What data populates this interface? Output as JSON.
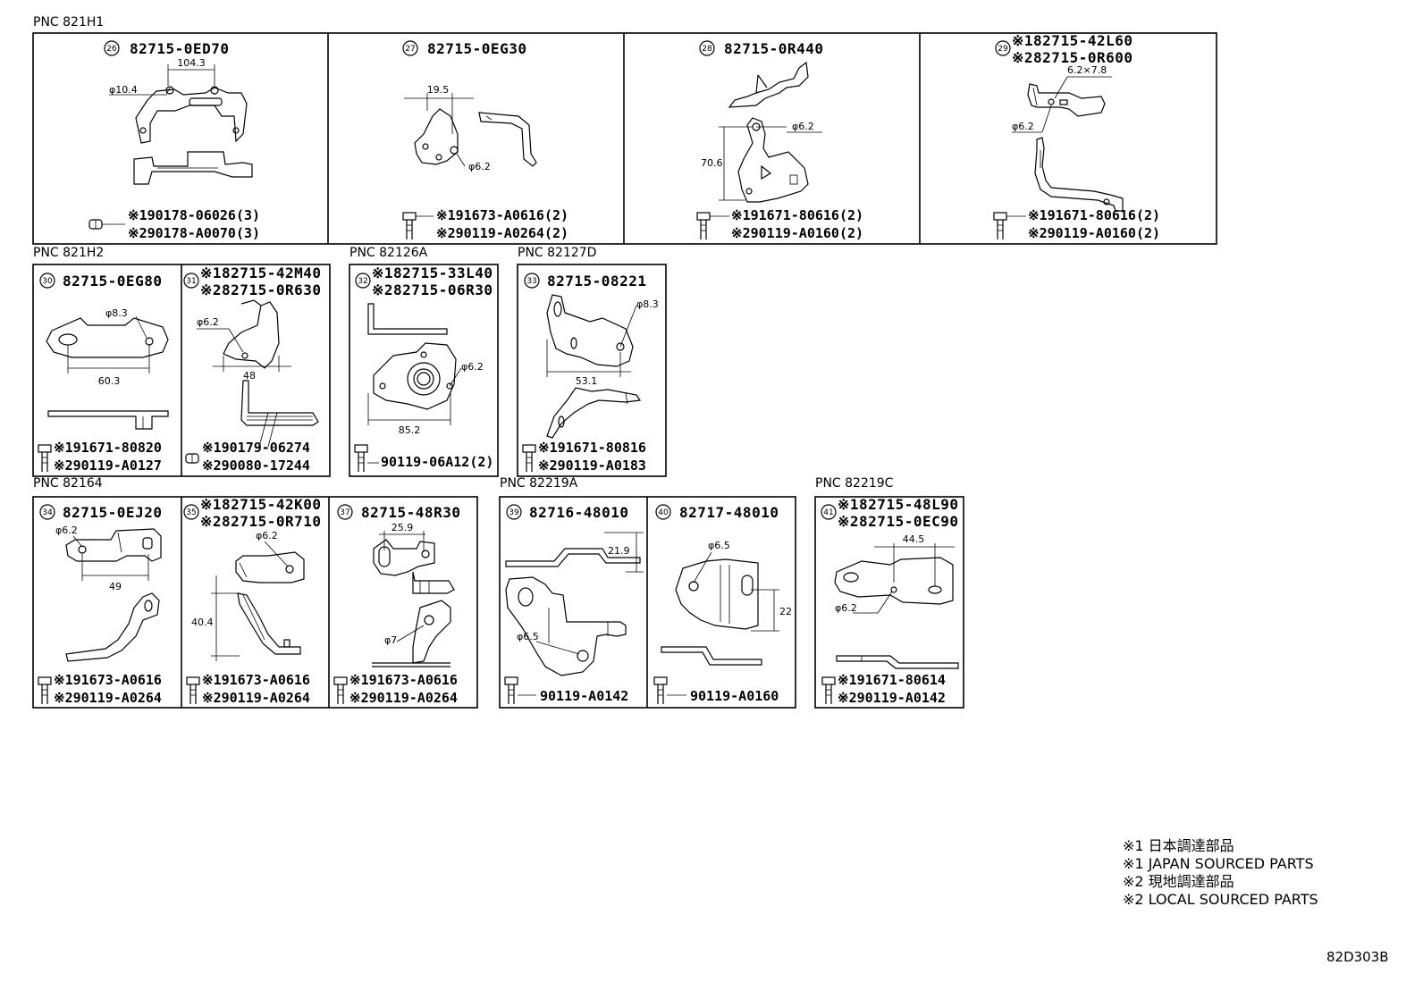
{
  "diagram": {
    "groups": [
      {
        "pnc": "PNC 821H1"
      },
      {
        "pnc": "PNC 821H2"
      },
      {
        "pnc": "PNC 82126A"
      },
      {
        "pnc": "PNC 82127D"
      },
      {
        "pnc": "PNC 82164"
      },
      {
        "pnc": "PNC 82219A"
      },
      {
        "pnc": "PNC 82219C"
      }
    ],
    "cells": [
      {
        "num": "26",
        "title1": "82715-0ED70",
        "title2": "",
        "fast1": "※190178-06026(3)",
        "fast2": "※290178-A0070(3)",
        "dims": [
          "104.3",
          "φ10.4"
        ]
      },
      {
        "num": "27",
        "title1": "82715-0EG30",
        "title2": "",
        "fast1": "※191673-A0616(2)",
        "fast2": "※290119-A0264(2)",
        "dims": [
          "19.5",
          "φ6.2"
        ]
      },
      {
        "num": "28",
        "title1": "82715-0R440",
        "title2": "",
        "fast1": "※191671-80616(2)",
        "fast2": "※290119-A0160(2)",
        "dims": [
          "φ6.2",
          "70.6"
        ]
      },
      {
        "num": "29",
        "title1": "※182715-42L60",
        "title2": "※282715-0R600",
        "fast1": "※191671-80616(2)",
        "fast2": "※290119-A0160(2)",
        "dims": [
          "6.2×7.8",
          "φ6.2"
        ]
      },
      {
        "num": "30",
        "title1": "82715-0EG80",
        "title2": "",
        "fast1": "※191671-80820",
        "fast2": "※290119-A0127",
        "dims": [
          "φ8.3",
          "60.3"
        ]
      },
      {
        "num": "31",
        "title1": "※182715-42M40",
        "title2": "※282715-0R630",
        "fast1": "※190179-06274",
        "fast2": "※290080-17244",
        "dims": [
          "φ6.2",
          "48"
        ]
      },
      {
        "num": "32",
        "title1": "※182715-33L40",
        "title2": "※282715-06R30",
        "fast1": "90119-06A12(2)",
        "fast2": "",
        "dims": [
          "φ6.2",
          "85.2"
        ]
      },
      {
        "num": "33",
        "title1": "82715-08221",
        "title2": "",
        "fast1": "※191671-80816",
        "fast2": "※290119-A0183",
        "dims": [
          "φ8.3",
          "53.1"
        ]
      },
      {
        "num": "34",
        "title1": "82715-0EJ20",
        "title2": "",
        "fast1": "※191673-A0616",
        "fast2": "※290119-A0264",
        "dims": [
          "φ6.2",
          "49"
        ]
      },
      {
        "num": "35",
        "title1": "※182715-42K00",
        "title2": "※282715-0R710",
        "fast1": "※191673-A0616",
        "fast2": "※290119-A0264",
        "dims": [
          "φ6.2",
          "40.4"
        ]
      },
      {
        "num": "37",
        "title1": "82715-48R30",
        "title2": "",
        "fast1": "※191673-A0616",
        "fast2": "※290119-A0264",
        "dims": [
          "25.9",
          "φ7"
        ]
      },
      {
        "num": "39",
        "title1": "82716-48010",
        "title2": "",
        "fast1": "90119-A0142",
        "fast2": "",
        "dims": [
          "21.9",
          "φ6.5"
        ]
      },
      {
        "num": "40",
        "title1": "82717-48010",
        "title2": "",
        "fast1": "90119-A0160",
        "fast2": "",
        "dims": [
          "φ6.5",
          "22"
        ]
      },
      {
        "num": "41",
        "title1": "※182715-48L90",
        "title2": "※282715-0EC90",
        "fast1": "※191671-80614",
        "fast2": "※290119-A0142",
        "dims": [
          "44.5",
          "φ6.2"
        ]
      }
    ]
  },
  "legend": {
    "line1": "※1 日本調達部品",
    "line2": "※1 JAPAN SOURCED PARTS",
    "line3": "※2 現地調達部品",
    "line4": "※2 LOCAL SOURCED PARTS"
  },
  "drawing_code": "82D303B"
}
